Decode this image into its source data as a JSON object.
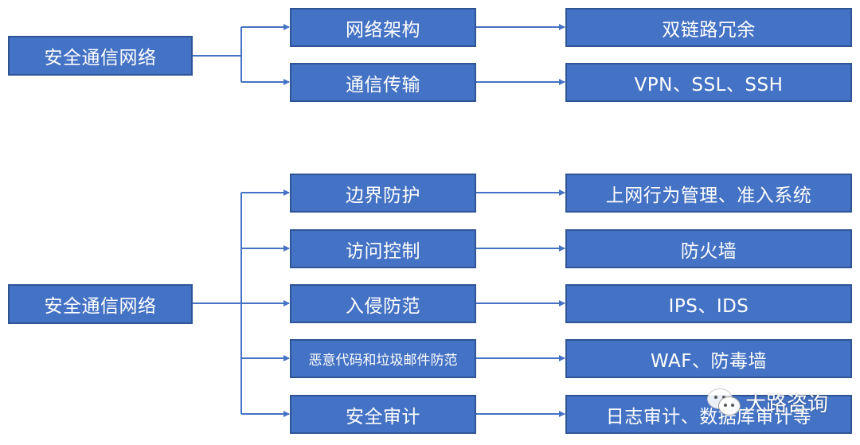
{
  "colors": {
    "box_fill": "#4472C4",
    "box_border": "#2F5597",
    "connector": "#4472C4",
    "text": "#FFFFFF"
  },
  "groups": [
    {
      "root": "安全通信网络",
      "branches": [
        {
          "category": "网络架构",
          "measure": "双链路冗余"
        },
        {
          "category": "通信传输",
          "measure": "VPN、SSL、SSH"
        }
      ]
    },
    {
      "root": "安全通信网络",
      "branches": [
        {
          "category": "边界防护",
          "measure": "上网行为管理、准入系统"
        },
        {
          "category": "访问控制",
          "measure": "防火墙"
        },
        {
          "category": "入侵防范",
          "measure": "IPS、IDS"
        },
        {
          "category": "恶意代码和垃圾邮件防范",
          "measure": "WAF、防毒墙"
        },
        {
          "category": "安全审计",
          "measure": "日志审计、数据库审计等"
        }
      ]
    }
  ],
  "watermark": {
    "icon": "wechat-icon",
    "text": "大路咨询"
  }
}
